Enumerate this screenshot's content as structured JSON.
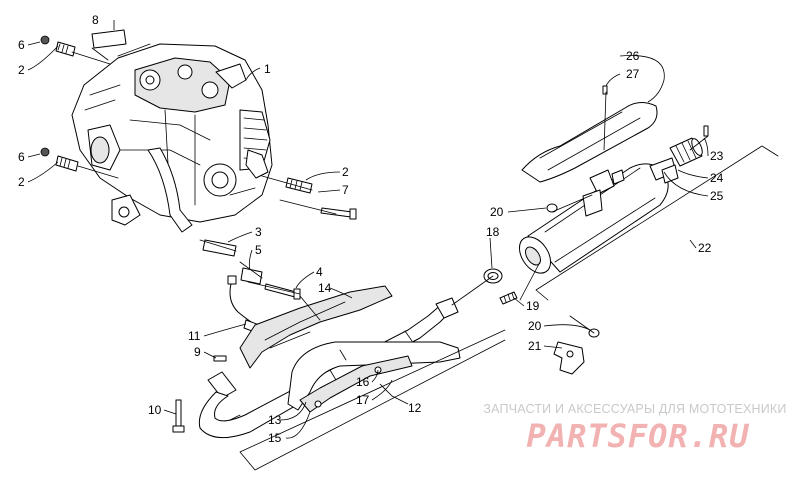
{
  "callouts": [
    {
      "text": "1"
    },
    {
      "text": "2"
    },
    {
      "text": "2"
    },
    {
      "text": "2"
    },
    {
      "text": "3"
    },
    {
      "text": "4"
    },
    {
      "text": "5"
    },
    {
      "text": "6"
    },
    {
      "text": "6"
    },
    {
      "text": "7"
    },
    {
      "text": "8"
    },
    {
      "text": "9"
    },
    {
      "text": "10"
    },
    {
      "text": "11"
    },
    {
      "text": "12"
    },
    {
      "text": "13"
    },
    {
      "text": "14"
    },
    {
      "text": "15"
    },
    {
      "text": "16"
    },
    {
      "text": "17"
    },
    {
      "text": "18"
    },
    {
      "text": "19"
    },
    {
      "text": "20"
    },
    {
      "text": "20"
    },
    {
      "text": "21"
    },
    {
      "text": "22"
    },
    {
      "text": "23"
    },
    {
      "text": "24"
    },
    {
      "text": "25"
    },
    {
      "text": "26"
    },
    {
      "text": "27"
    }
  ],
  "watermark": {
    "caption": "ЗАПЧАСТИ И АКСЕССУАРЫ ДЛЯ МОТОТЕХНИКИ",
    "logo": "PARTSFOR.RU"
  }
}
